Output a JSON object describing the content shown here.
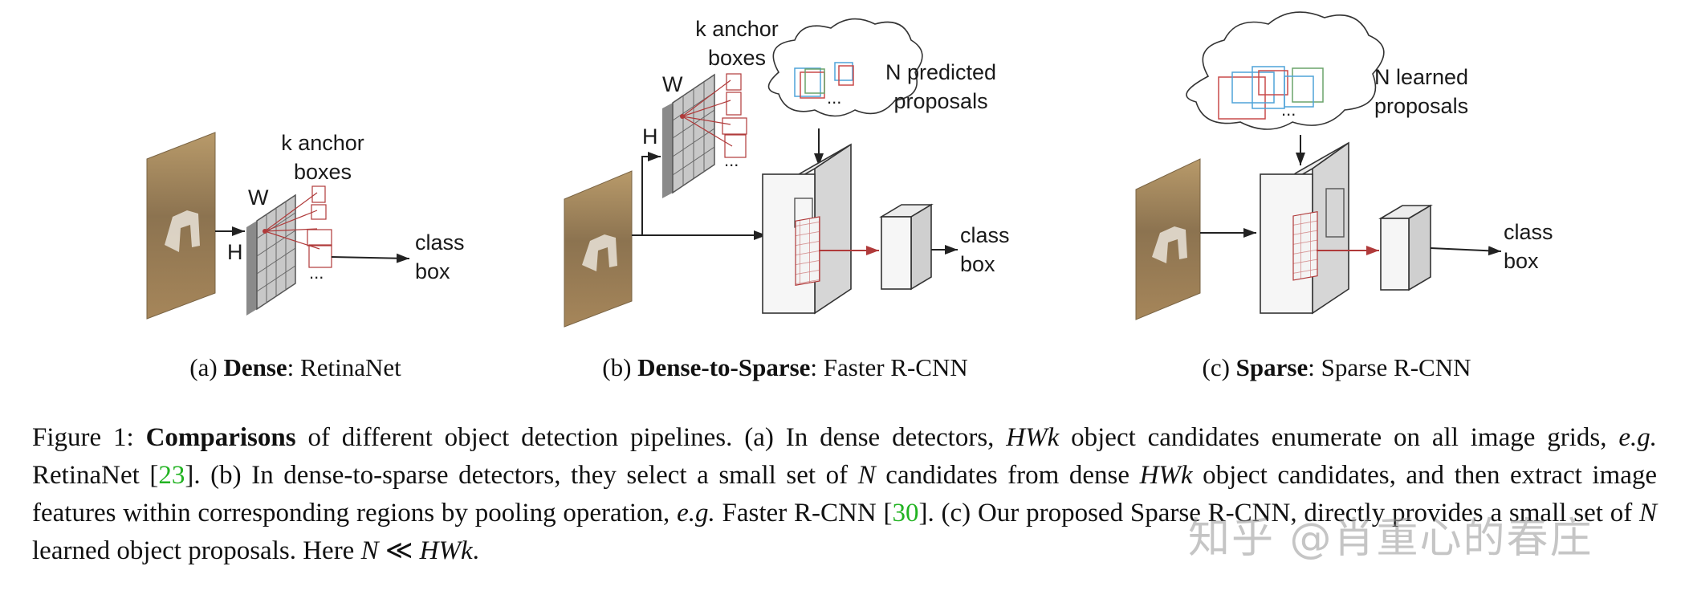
{
  "panels": [
    {
      "subcaption_prefix": "(a) ",
      "subcaption_bold": "Dense",
      "subcaption_rest": ": RetinaNet",
      "W": "W",
      "H": "H",
      "anchor_label": "k anchor\nboxes",
      "dots": "...",
      "outputs": "class\nbox"
    },
    {
      "subcaption_prefix": "(b) ",
      "subcaption_bold": "Dense-to-Sparse",
      "subcaption_rest": ": Faster R-CNN",
      "W": "W",
      "H": "H",
      "anchor_label": "k anchor\nboxes",
      "dots": "...",
      "cloud_label": "N predicted\nproposals",
      "cloud_dots": "...",
      "outputs": "class\nbox"
    },
    {
      "subcaption_prefix": "(c) ",
      "subcaption_bold": "Sparse",
      "subcaption_rest": ": Sparse R-CNN",
      "cloud_label": "N learned\nproposals",
      "cloud_dots": "...",
      "outputs": "class\nbox"
    }
  ],
  "caption": {
    "fig": "Figure 1: ",
    "bold": "Comparisons",
    "t1": " of different object detection pipelines. (a) In dense detectors, ",
    "m1": "HWk",
    "t2": " object candidates enumerate on all image grids, ",
    "eg1": "e.g.",
    "t3": " RetinaNet [",
    "c1": "23",
    "t4": "]. (b) In dense-to-sparse detectors, they select a small set of ",
    "m2": "N",
    "t5": " candidates from dense ",
    "m3": "HWk",
    "t6": " object candidates, and then extract image features within corresponding regions by pooling operation, ",
    "eg2": "e.g.",
    "t7": " Faster R-CNN [",
    "c2": "30",
    "t8": "]. (c) Our proposed Sparse R-CNN, directly provides a small set of ",
    "m4": "N",
    "t9": " learned object proposals. Here ",
    "m5": "N",
    "t10": " ≪ ",
    "m6": "HWk",
    "t11": "."
  },
  "watermark": "知乎 @肖重心的春庄",
  "colors": {
    "anchor": "#b03a3a",
    "proposal_a": "#4fa3d9",
    "proposal_b": "#c84a4a",
    "proposal_c": "#6aa36a",
    "citation": "#22b322"
  }
}
